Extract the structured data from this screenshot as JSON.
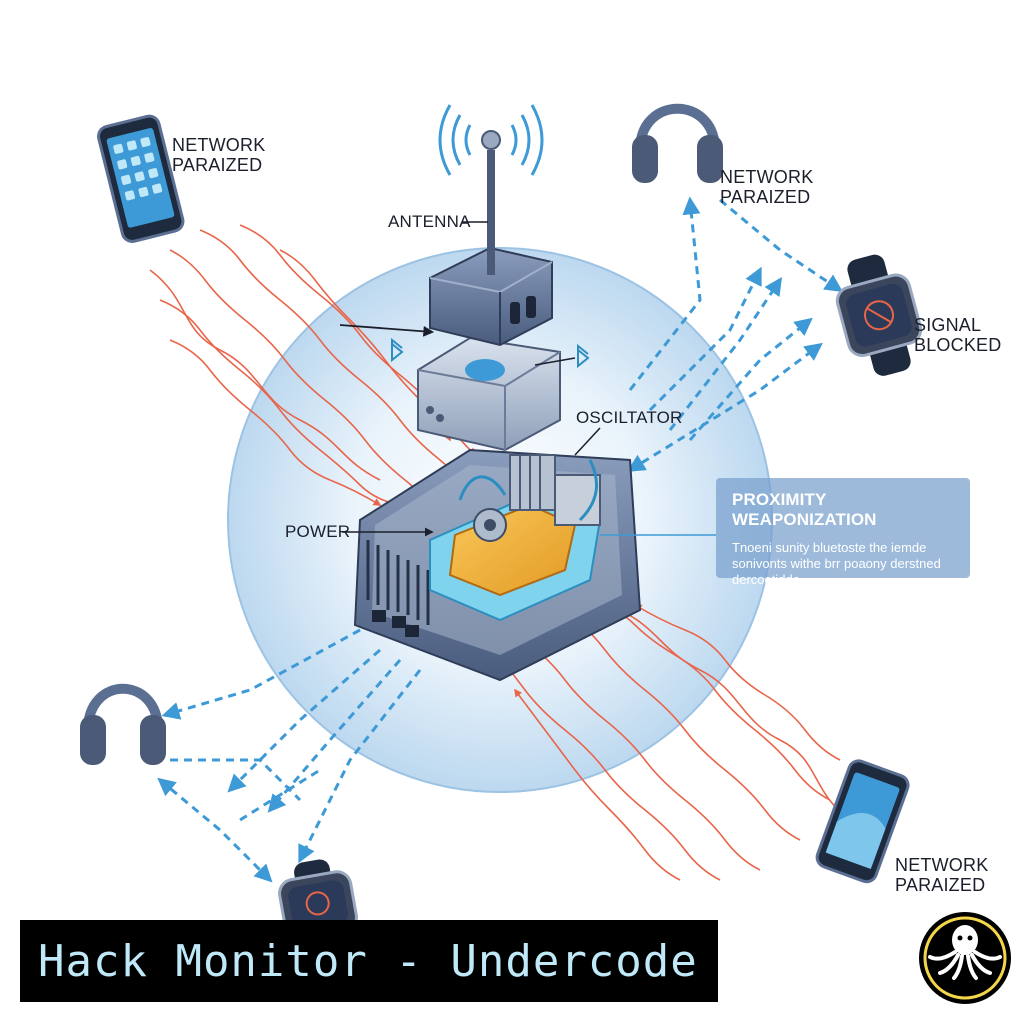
{
  "colors": {
    "accent": "#3d9ad6",
    "heat": "#e8654a",
    "device": "#5b6f93",
    "banner_bg": "#000000",
    "banner_text": "#bfe9f8"
  },
  "device_labels": {
    "phone_top_left": [
      "NETWORK",
      "PARAIZED"
    ],
    "headphones_top": [
      "NETWORK",
      "PARAIZED"
    ],
    "watch_right": [
      "SIGNAL",
      "BLOCKED"
    ],
    "phone_bottom_right": [
      "NETWORK",
      "PARAIZED"
    ]
  },
  "parts": {
    "antenna": "ANTENNA",
    "oscillator": "OSCILTATOR",
    "power": "POWER"
  },
  "info": {
    "title": "PROXIMITY WEAPONIZATION",
    "lines": [
      "Tnoeni sunity bluetoste the iemde",
      "sonivonts withe brr poaony derstned",
      "dercootidde."
    ]
  },
  "banner": "Hack Monitor - Undercode",
  "icons": [
    "smartphone-icon",
    "headphones-icon",
    "smartwatch-icon",
    "bluetooth-icon",
    "wifi-signal-icon",
    "octopus-logo"
  ]
}
